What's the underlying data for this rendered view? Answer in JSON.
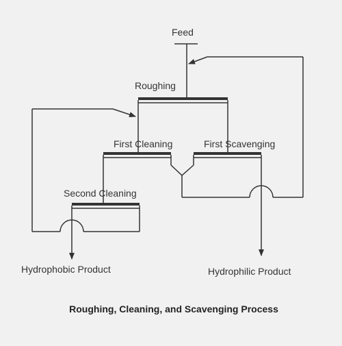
{
  "diagram": {
    "labels": {
      "feed": "Feed",
      "roughing": "Roughing",
      "first_cleaning": "First Cleaning",
      "first_scavenging": "First Scavenging",
      "second_cleaning": "Second Cleaning",
      "hydrophobic_product": "Hydrophobic Product",
      "hydrophilic_product": "Hydrophilic Product"
    },
    "caption": "Roughing, Cleaning, and Scavenging Process"
  },
  "colors": {
    "background": "#f1f1f1",
    "line": "#333333"
  }
}
